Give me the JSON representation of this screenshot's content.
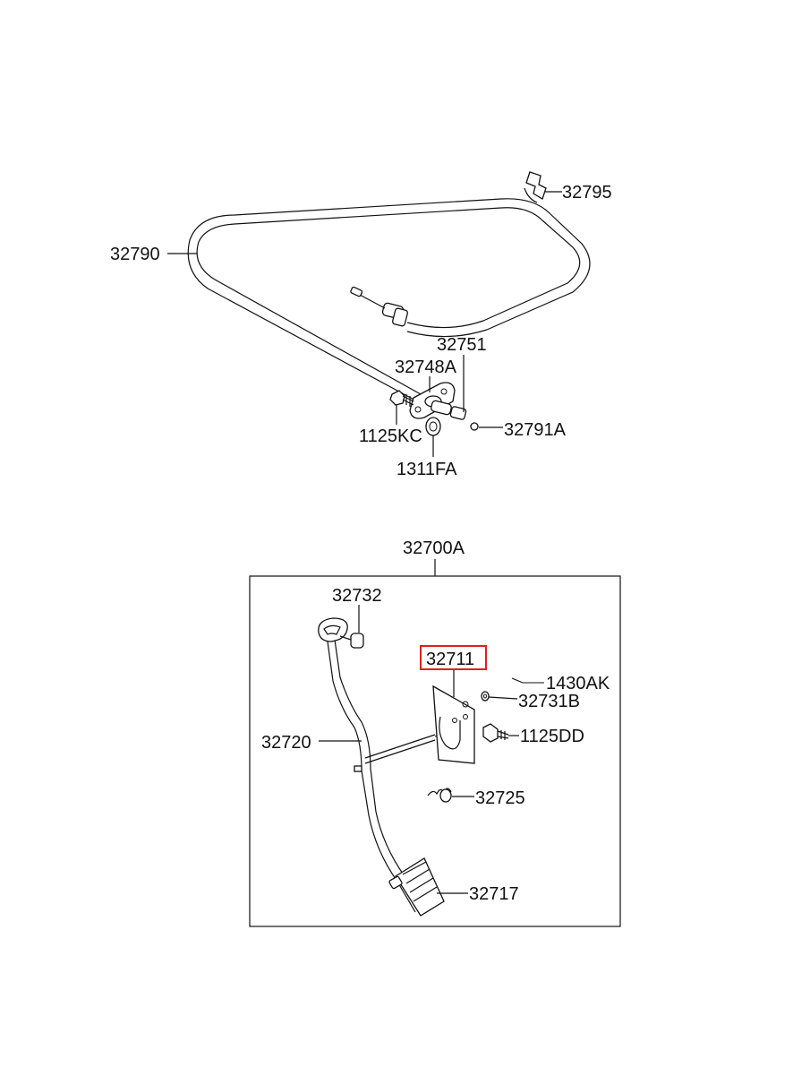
{
  "labels": {
    "p32795": "32795",
    "p32790": "32790",
    "p32751": "32751",
    "p32748A": "32748A",
    "p1125KC": "1125KC",
    "p32791A": "32791A",
    "p1311FA": "1311FA",
    "p32700A": "32700A",
    "p32732": "32732",
    "p32711": "32711",
    "p1430AK": "1430AK",
    "p32731B": "32731B",
    "p1125DD": "1125DD",
    "p32720": "32720",
    "p32725": "32725",
    "p32717": "32717"
  },
  "colors": {
    "line": "#111111",
    "highlight": "#e02020",
    "background": "#ffffff"
  }
}
